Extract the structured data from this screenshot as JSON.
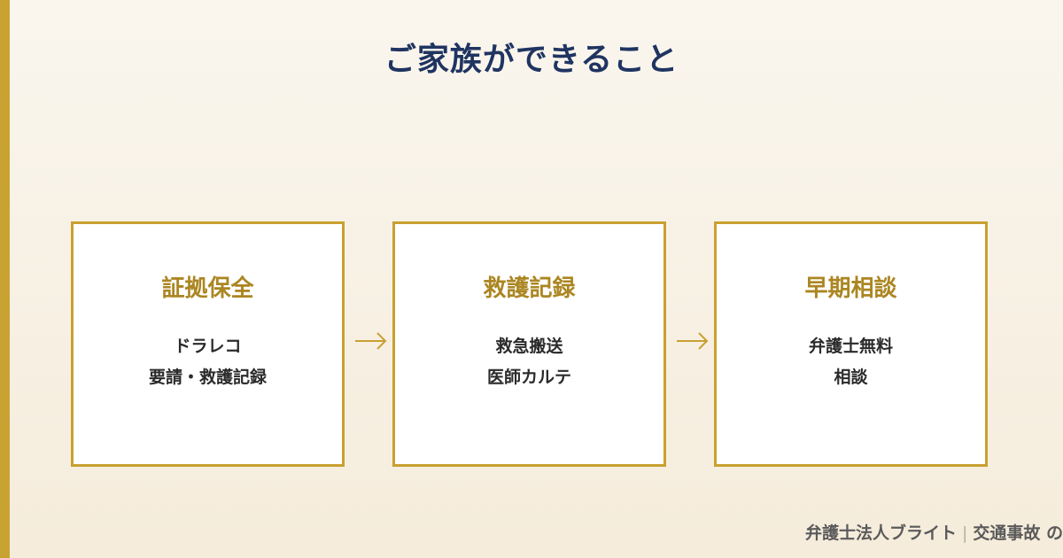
{
  "title": "ご家族ができること",
  "steps": [
    {
      "heading": "証拠保全",
      "line1": "ドラレコ",
      "line2": "要請・救護記録"
    },
    {
      "heading": "救護記録",
      "line1": "救急搬送",
      "line2": "医師カルテ"
    },
    {
      "heading": "早期相談",
      "line1": "弁護士無料",
      "line2": "相談"
    }
  ],
  "arrows": [
    "→",
    "→"
  ],
  "footer": {
    "firm": "弁護士法人ブライト",
    "separator": "|",
    "topic": "交通事故",
    "cut_off_text": "の"
  },
  "colors": {
    "accent_gold": "#c9a331",
    "heading_gold": "#ab8622",
    "title_navy": "#1f3461",
    "box_border": "#c9a030"
  }
}
